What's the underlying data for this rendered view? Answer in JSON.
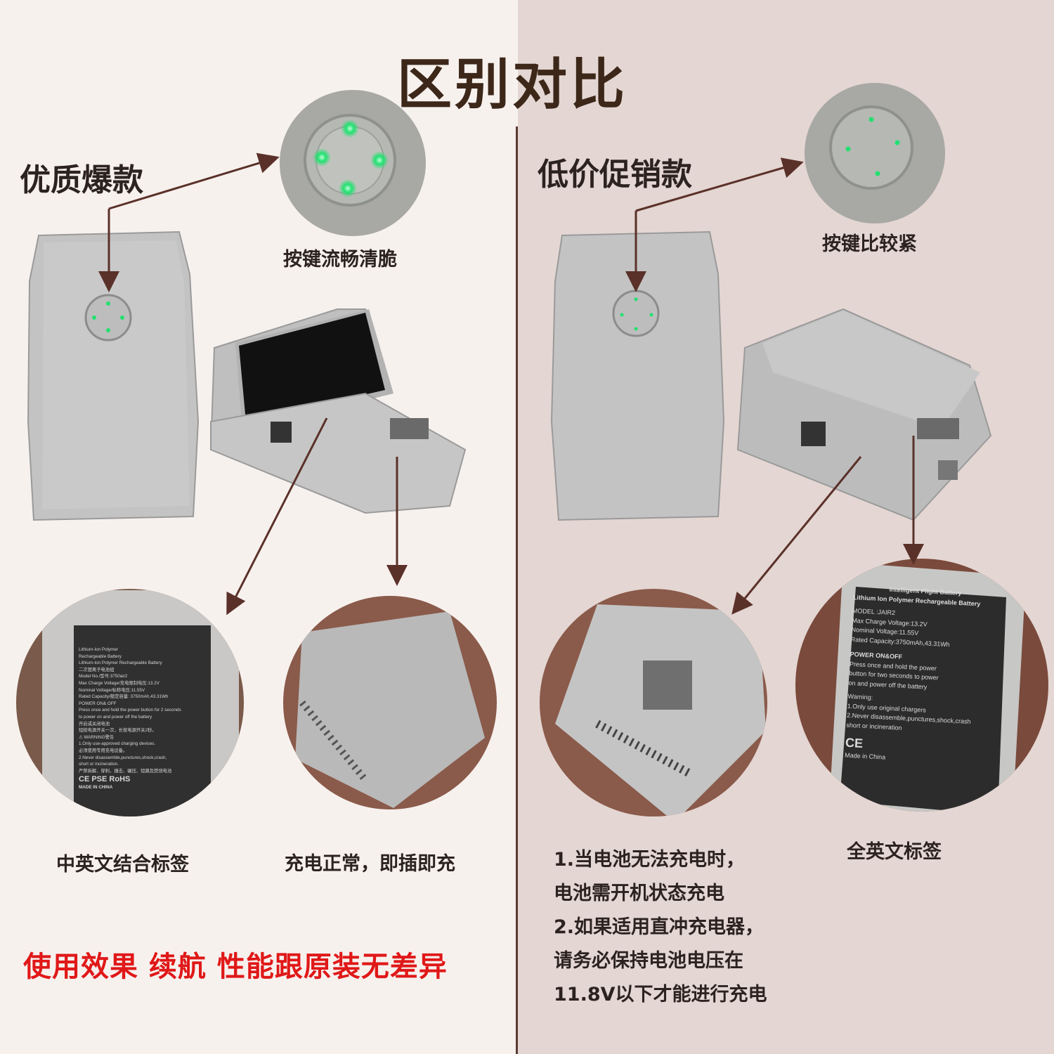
{
  "title": "区别对比",
  "left": {
    "heading": "优质爆款",
    "button_caption": "按键流畅清脆",
    "label_caption": "中英文结合标签",
    "charge_caption": "充电正常，即插即充",
    "footer": "使用效果 续航 性能跟原装无差异",
    "label_photo": {
      "lines": [
        "Lithium-Ion Polymer",
        "Rechargeable Battery",
        "Lithium-Ion Polymer Rechargeable Battery",
        "二次锂离子电池组",
        "Model No./型号:3750air2",
        "Max Charge Voltage/充电限制电压:13.2V",
        "Nominal Voltage/标称电压:11.55V",
        "Rated Capacity/额定容量: 3750mAh,43.31Wh",
        "POWER ON& OFF",
        "Press once and hold the power button for 2 seconds",
        "to power on and power off the battery",
        "开启或关闭电池",
        "短按电源开关一次，长按电源开关2秒。",
        "⚠ WARNING警告",
        "1.Only use-approved charging devices.",
        "必须使用专用充电设备。",
        "2.Never disassemble,punctures,shock,crash,",
        "short or incineration.",
        "严禁拆解、穿刺、撞击、碾压、短路及焚烧电池",
        "CE  PSE  RoHS",
        "MADE IN CHINA"
      ]
    }
  },
  "right": {
    "heading": "低价促销款",
    "button_caption": "按键比较紧",
    "label_caption": "全英文标签",
    "notes": [
      "1.当电池无法充电时，",
      "电池需开机状态充电",
      "2.如果适用直冲充电器，",
      "请务必保持电池电压在",
      "11.8V以下才能进行充电"
    ],
    "label_photo": {
      "lines": [
        "Intelligent Flight Battery",
        "Lithium Ion Polymer Rechargeable Battery",
        "MODEL :JAIR2",
        "Max Charge Voltage:13.2V",
        "Nominal Voltage:11.55V",
        "Rated Capacity:3750mAh,43.31Wh",
        "POWER ON&OFF",
        "Press once and hold the power",
        "button for two seconds to power",
        "on and power off the battery",
        "Warning:",
        "1.Only use original  chargers",
        "2.Never disassemble,punctures,shock,crash",
        "short or incineration",
        "CE",
        "Made in China"
      ]
    }
  },
  "colors": {
    "left_bg": "#f7f1ee",
    "right_bg": "#e4d6d2",
    "arrow": "#5a3129",
    "footer_red": "#e01818",
    "battery_grey": "#bdbdbd",
    "led_green": "#22e070"
  }
}
